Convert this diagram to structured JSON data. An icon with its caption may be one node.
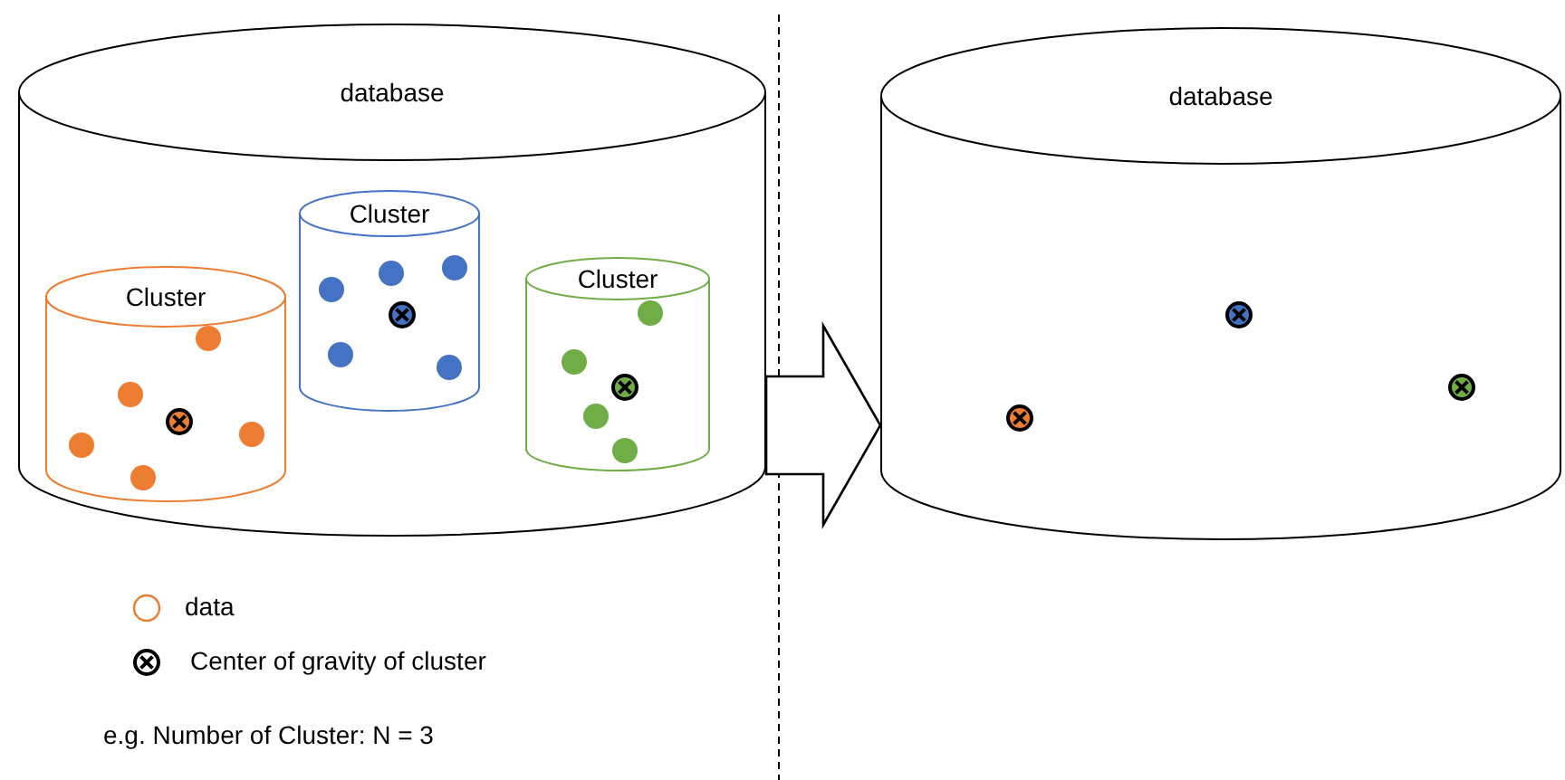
{
  "diagram": {
    "nodes": [
      {
        "text": [
          "database"
        ]
      },
      {
        "text": [
          "Cluster"
        ],
        "in": 0
      },
      {
        "text": [
          "Cluster"
        ],
        "in": 0
      },
      {
        "text": [
          "Cluster"
        ],
        "in": 0
      },
      {
        "text": [
          "database"
        ]
      }
    ],
    "edges": [
      {
        "from": 0,
        "to": 4,
        "arrow": "to",
        "style": "thick"
      }
    ],
    "labels": [
      "e.g. Number of Cluster: N = 3"
    ],
    "legend": [
      {
        "text": "data"
      },
      {
        "text": "Center of gravity of cluster"
      }
    ]
  }
}
